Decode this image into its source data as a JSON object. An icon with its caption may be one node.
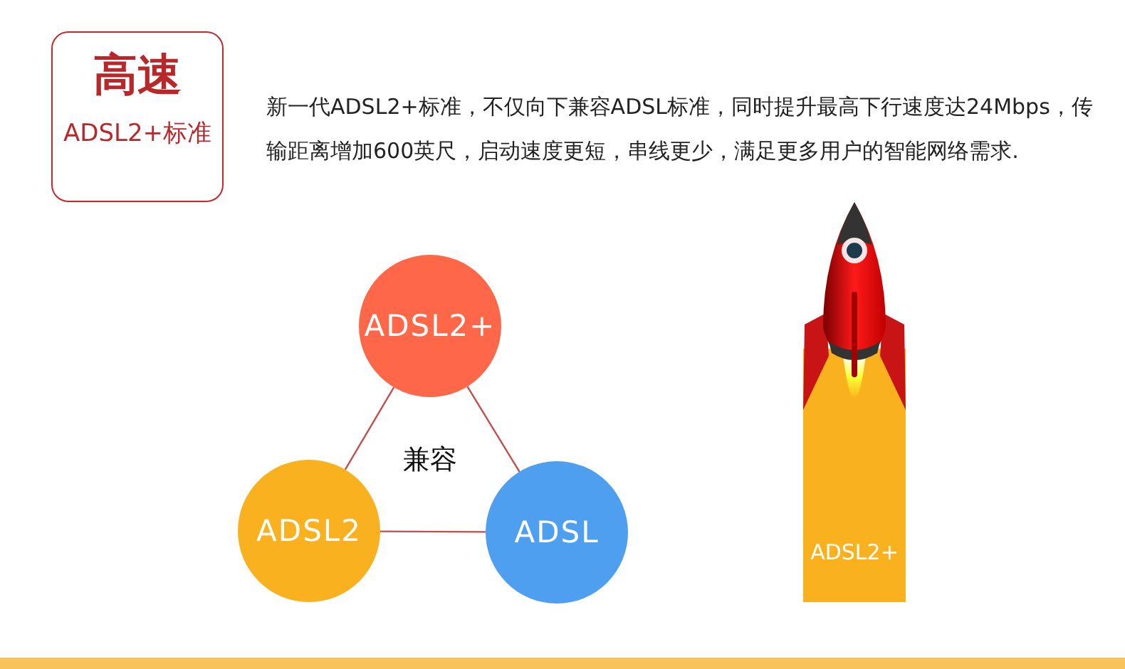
{
  "diagram": {
    "nodes": [
      {
        "text": [
          "高速",
          "ADSL2+标准"
        ]
      },
      {
        "text": [
          "ADSL2+"
        ]
      },
      {
        "text": [
          "ADSL2"
        ]
      },
      {
        "text": [
          "ADSL"
        ]
      },
      {
        "text": [
          "ADSL2+"
        ]
      }
    ],
    "edges": [
      {
        "from": 1,
        "to": 2,
        "arrow": "none"
      },
      {
        "from": 1,
        "to": 3,
        "arrow": "none"
      },
      {
        "from": 2,
        "to": 3,
        "arrow": "none"
      }
    ],
    "labels": [
      "新一代ADSL2+标准，不仅向下兼容ADSL标准，同时提升最高下行速度达24Mbps，传输距离增加600英尺，启动速度更短，串线更少，满足更多用户的智能网络需求.",
      "兼容"
    ]
  }
}
